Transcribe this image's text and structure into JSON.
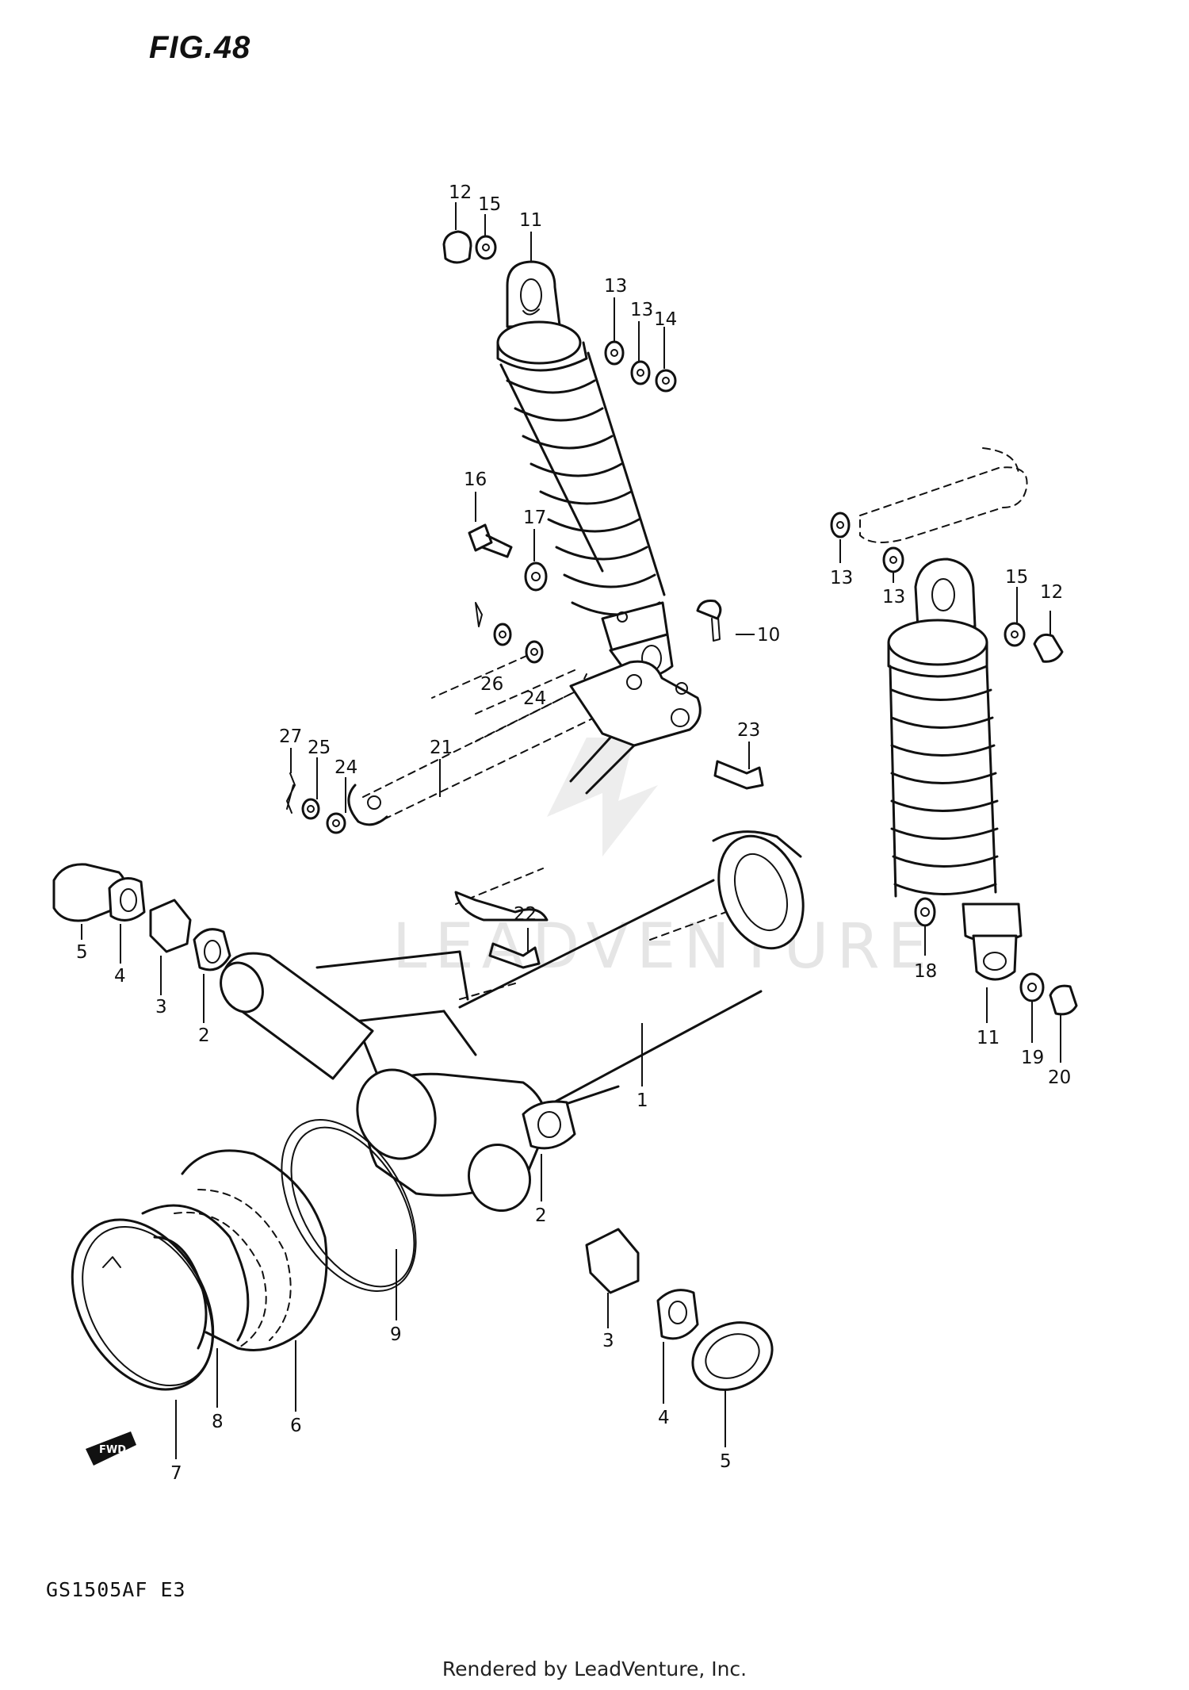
{
  "figure": {
    "title": "FIG.48",
    "model_code": "GS1505AF E3",
    "footer": "Rendered by LeadVenture, Inc.",
    "watermark_text": "LEADVENTURE",
    "front_arrow_label": "FWD"
  },
  "callouts": {
    "c1": "1",
    "c2a": "2",
    "c2b": "2",
    "c3a": "3",
    "c3b": "3",
    "c4a": "4",
    "c4b": "4",
    "c5a": "5",
    "c5b": "5",
    "c6": "6",
    "c7": "7",
    "c8": "8",
    "c9": "9",
    "c10": "10",
    "c11a": "11",
    "c11b": "11",
    "c12a": "12",
    "c12b": "12",
    "c13a": "13",
    "c13b": "13",
    "c13c": "13",
    "c13d": "13",
    "c14": "14",
    "c15a": "15",
    "c15b": "15",
    "c16": "16",
    "c17": "17",
    "c18": "18",
    "c19": "19",
    "c20": "20",
    "c21": "21",
    "c22": "22",
    "c23": "23",
    "c24a": "24",
    "c24b": "24",
    "c25": "25",
    "c26": "26",
    "c27": "27"
  }
}
